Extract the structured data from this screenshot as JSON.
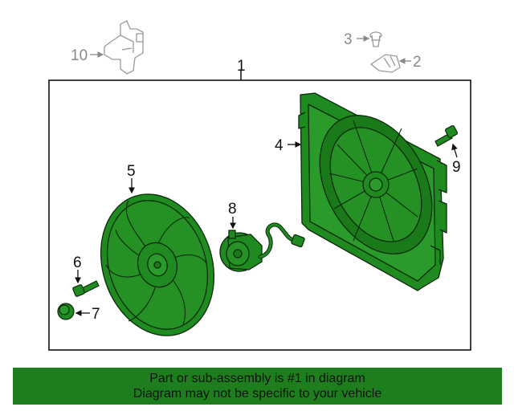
{
  "callouts": {
    "c1": "1",
    "c2": "2",
    "c3": "3",
    "c4": "4",
    "c5": "5",
    "c6": "6",
    "c7": "7",
    "c8": "8",
    "c9": "9",
    "c10": "10"
  },
  "banner": {
    "line1": "Part or sub-assembly is #1 in diagram",
    "line2": "Diagram may not be specific to your vehicle"
  },
  "colors": {
    "part_fill": "#1f8a1f",
    "part_stroke": "#0a2a0a",
    "banner_bg": "#1e7e1e",
    "ghost_part": "#9a9a9a"
  }
}
